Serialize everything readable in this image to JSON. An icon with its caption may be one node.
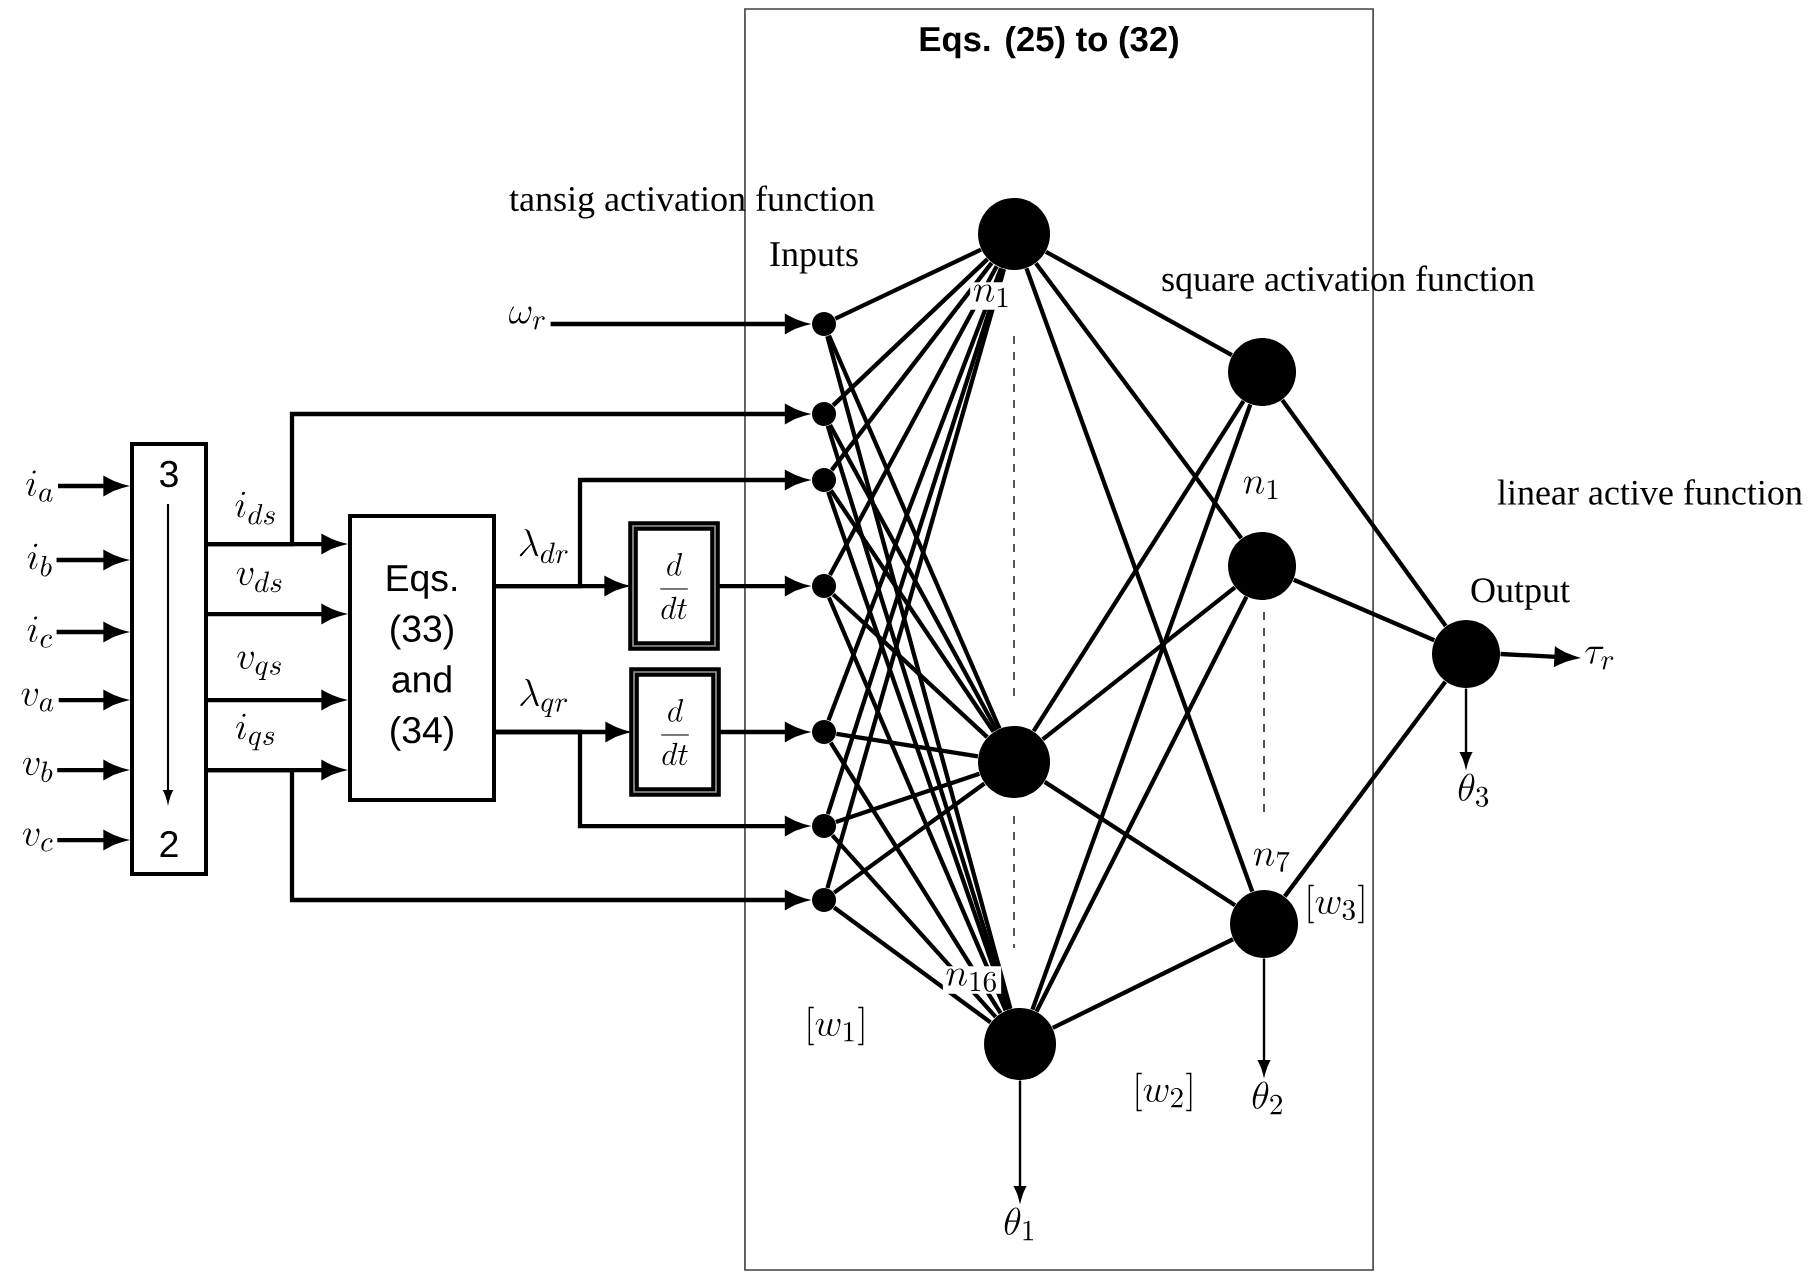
{
  "diagram": {
    "nodes": [
      {
        "text": [
          "Eqs. (25) to (32)"
        ]
      },
      {
        "text": [
          "i_{a}"
        ]
      },
      {
        "text": [
          "i_{b}"
        ]
      },
      {
        "text": [
          "i_{c}"
        ]
      },
      {
        "text": [
          "v_{a}"
        ]
      },
      {
        "text": [
          "v_{b}"
        ]
      },
      {
        "text": [
          "v_{c}"
        ]
      },
      {
        "text": [
          "3",
          "2"
        ]
      },
      {
        "text": [
          "Eqs. (33) and (34)"
        ]
      },
      {
        "text": [
          "\\frac{d}{dt}"
        ]
      },
      {
        "text": [
          "\\frac{d}{dt}"
        ]
      },
      {
        "text": [
          "\\omega_{r}"
        ]
      },
      {
        "text": [],
        "shape": "circle",
        "in": 0,
        "beside": [
          "Inputs"
        ]
      },
      {
        "text": [],
        "shape": "circle",
        "in": 0
      },
      {
        "text": [],
        "shape": "circle",
        "in": 0
      },
      {
        "text": [],
        "shape": "circle",
        "in": 0
      },
      {
        "text": [],
        "shape": "circle",
        "in": 0
      },
      {
        "text": [],
        "shape": "circle",
        "in": 0
      },
      {
        "text": [],
        "shape": "circle",
        "in": 0
      },
      {
        "text": [],
        "shape": "circle",
        "in": 0,
        "beside": [
          "n_{1}"
        ]
      },
      {
        "text": [],
        "shape": "circle",
        "in": 0
      },
      {
        "text": [],
        "shape": "circle",
        "in": 0,
        "beside": [
          "n_{16}"
        ]
      },
      {
        "text": [],
        "shape": "circle",
        "in": 0,
        "beside": [
          "square activation function"
        ]
      },
      {
        "text": [],
        "shape": "circle",
        "in": 0
      },
      {
        "text": [],
        "shape": "circle",
        "in": 0,
        "beside": [
          "n_{7}"
        ]
      },
      {
        "text": [],
        "shape": "circle",
        "beside": [
          "Output"
        ]
      },
      {
        "text": [
          "\\tau_{r}"
        ]
      },
      {
        "text": [
          "\\theta_{1}"
        ],
        "in": 0
      },
      {
        "text": [
          "\\theta_{2}"
        ],
        "in": 0
      },
      {
        "text": [
          "\\theta_{3}"
        ]
      }
    ],
    "edges": [
      {
        "from": 1,
        "to": 7,
        "arrow": "to"
      },
      {
        "from": 2,
        "to": 7,
        "arrow": "to"
      },
      {
        "from": 3,
        "to": 7,
        "arrow": "to"
      },
      {
        "from": 4,
        "to": 7,
        "arrow": "to"
      },
      {
        "from": 5,
        "to": 7,
        "arrow": "to"
      },
      {
        "from": 6,
        "to": 7,
        "arrow": "to"
      },
      {
        "from": 7,
        "to": 8,
        "arrow": "to",
        "label": "i_{ds}"
      },
      {
        "from": 7,
        "to": 8,
        "arrow": "to",
        "label": "v_{ds}"
      },
      {
        "from": 7,
        "to": 8,
        "arrow": "to",
        "label": "v_{qs}"
      },
      {
        "from": 7,
        "to": 8,
        "arrow": "to",
        "label": "i_{qs}"
      },
      {
        "from": 7,
        "to": 13,
        "arrow": "to"
      },
      {
        "from": 7,
        "to": 18,
        "arrow": "to"
      },
      {
        "from": 8,
        "to": 9,
        "arrow": "to",
        "label": "\\lambda_{dr}"
      },
      {
        "from": 8,
        "to": 14,
        "arrow": "to"
      },
      {
        "from": 8,
        "to": 10,
        "arrow": "to",
        "label": "\\lambda_{qr}"
      },
      {
        "from": 8,
        "to": 17,
        "arrow": "to"
      },
      {
        "from": 9,
        "to": 15,
        "arrow": "to"
      },
      {
        "from": 10,
        "to": 16,
        "arrow": "to"
      },
      {
        "from": 11,
        "to": 12,
        "arrow": "to"
      },
      {
        "from": 12,
        "to": 19,
        "arrow": "none"
      },
      {
        "from": 12,
        "to": 20,
        "arrow": "none"
      },
      {
        "from": 12,
        "to": 21,
        "arrow": "none"
      },
      {
        "from": 13,
        "to": 19,
        "arrow": "none"
      },
      {
        "from": 13,
        "to": 20,
        "arrow": "none"
      },
      {
        "from": 13,
        "to": 21,
        "arrow": "none"
      },
      {
        "from": 14,
        "to": 19,
        "arrow": "none"
      },
      {
        "from": 14,
        "to": 20,
        "arrow": "none"
      },
      {
        "from": 14,
        "to": 21,
        "arrow": "none"
      },
      {
        "from": 15,
        "to": 19,
        "arrow": "none"
      },
      {
        "from": 15,
        "to": 20,
        "arrow": "none"
      },
      {
        "from": 15,
        "to": 21,
        "arrow": "none"
      },
      {
        "from": 16,
        "to": 19,
        "arrow": "none"
      },
      {
        "from": 16,
        "to": 20,
        "arrow": "none"
      },
      {
        "from": 16,
        "to": 21,
        "arrow": "none"
      },
      {
        "from": 17,
        "to": 19,
        "arrow": "none"
      },
      {
        "from": 17,
        "to": 20,
        "arrow": "none"
      },
      {
        "from": 17,
        "to": 21,
        "arrow": "none"
      },
      {
        "from": 18,
        "to": 19,
        "arrow": "none"
      },
      {
        "from": 18,
        "to": 20,
        "arrow": "none"
      },
      {
        "from": 18,
        "to": 21,
        "arrow": "none"
      },
      {
        "from": 19,
        "to": 22,
        "arrow": "none"
      },
      {
        "from": 19,
        "to": 23,
        "arrow": "none"
      },
      {
        "from": 19,
        "to": 24,
        "arrow": "none"
      },
      {
        "from": 20,
        "to": 22,
        "arrow": "none"
      },
      {
        "from": 20,
        "to": 23,
        "arrow": "none"
      },
      {
        "from": 20,
        "to": 24,
        "arrow": "none"
      },
      {
        "from": 21,
        "to": 22,
        "arrow": "none"
      },
      {
        "from": 21,
        "to": 23,
        "arrow": "none"
      },
      {
        "from": 21,
        "to": 24,
        "arrow": "none"
      },
      {
        "from": 22,
        "to": 25,
        "arrow": "none"
      },
      {
        "from": 23,
        "to": 25,
        "arrow": "none"
      },
      {
        "from": 24,
        "to": 25,
        "arrow": "none"
      },
      {
        "from": 25,
        "to": 26,
        "arrow": "to"
      },
      {
        "from": 21,
        "to": 27,
        "arrow": "to"
      },
      {
        "from": 24,
        "to": 28,
        "arrow": "to"
      },
      {
        "from": 25,
        "to": 29,
        "arrow": "to"
      }
    ],
    "labels": [
      "tansig activation function",
      "linear active function",
      "n_{1}",
      "[w_{1}]",
      "[w_{2}]",
      "[w_{3}]"
    ]
  }
}
